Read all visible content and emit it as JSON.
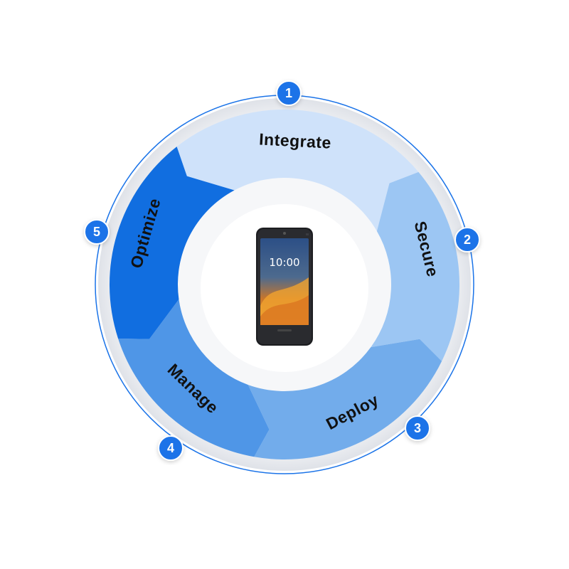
{
  "colors": {
    "rim_outer": "#e3e6ec",
    "rim_inner": "#f4f5f8",
    "ring_line": "#1a73e8",
    "badge": "#1a73e8",
    "center": "#ffffff"
  },
  "steps": [
    {
      "number": "1",
      "label": "Integrate",
      "fill": "#cfe2fa"
    },
    {
      "number": "2",
      "label": "Secure",
      "fill": "#9cc6f3"
    },
    {
      "number": "3",
      "label": "Deploy",
      "fill": "#72aceb"
    },
    {
      "number": "4",
      "label": "Manage",
      "fill": "#4f96e7"
    },
    {
      "number": "5",
      "label": "Optimize",
      "fill": "#116ee0"
    }
  ],
  "device": {
    "clock_text": "10:00",
    "icon": "smartphone-icon"
  }
}
